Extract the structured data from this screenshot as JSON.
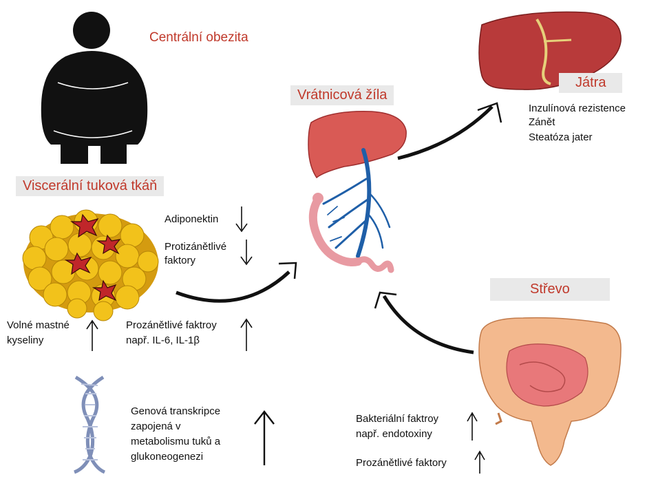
{
  "labels": {
    "central_obesity": "Centrální obezita",
    "visceral_fat": "Viscerální tuková tkáň",
    "portal_vein": "Vrátnicová žíla",
    "liver": "Játra",
    "intestine": "Střevo"
  },
  "liver_effects": [
    "Inzulínová rezistence",
    "Zánět",
    "Steatóza jater"
  ],
  "fat_factors": {
    "adiponectin": "Adiponektin",
    "anti_inflammatory_1": "Protizánětlivé",
    "anti_inflammatory_2": "faktory",
    "ffa_1": "Volné mastné",
    "ffa_2": "kyseliny",
    "pro_inflammatory_1": "Prozánětlivé faktroy",
    "pro_inflammatory_2": "např. IL-6, IL-1β"
  },
  "gene": [
    "Genová transkripce",
    "zapojená v",
    "metabolismu tuků a",
    "glukoneogenezi"
  ],
  "gut_factors": {
    "bacterial_1": "Bakteriální faktroy",
    "bacterial_2": "např. endotoxiny",
    "pro_inflammatory": "Prozánětlivé faktory"
  },
  "colors": {
    "label_red": "#c0392b",
    "box_gray": "#e9e9e9",
    "liver": "#b83a3a",
    "vein": "#1f5fa8",
    "fat": "#f2c21b",
    "gut": "#f0b08a"
  }
}
